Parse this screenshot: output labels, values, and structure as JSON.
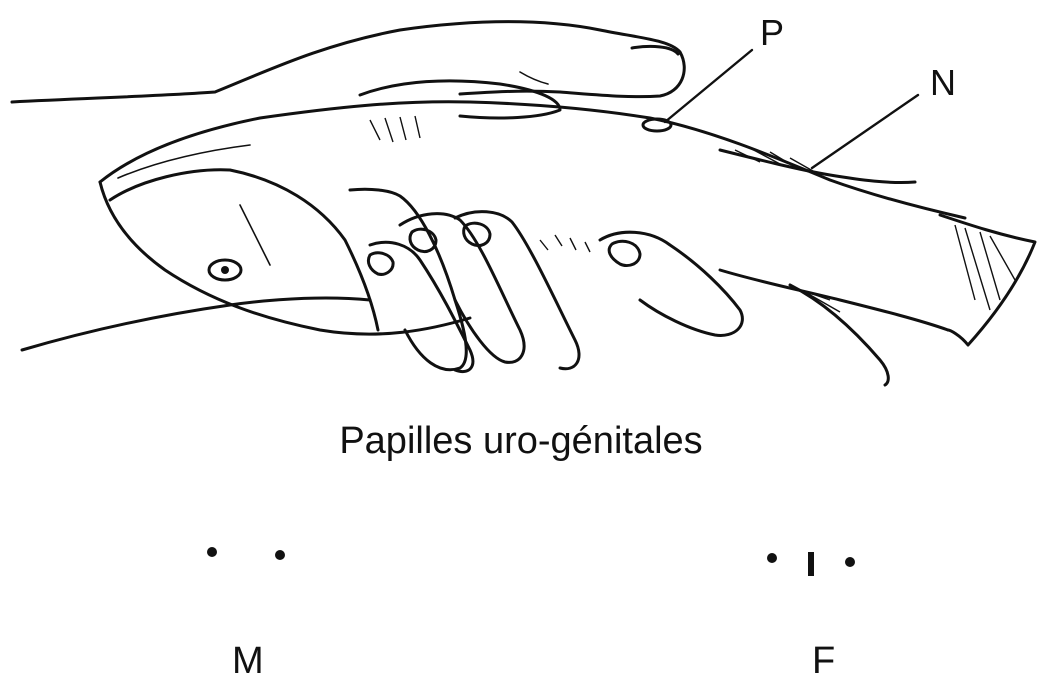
{
  "labels": {
    "pore": "P",
    "nostril_fin": "N",
    "caption": "Papilles uro-génitales",
    "male": "M",
    "female": "F"
  }
}
